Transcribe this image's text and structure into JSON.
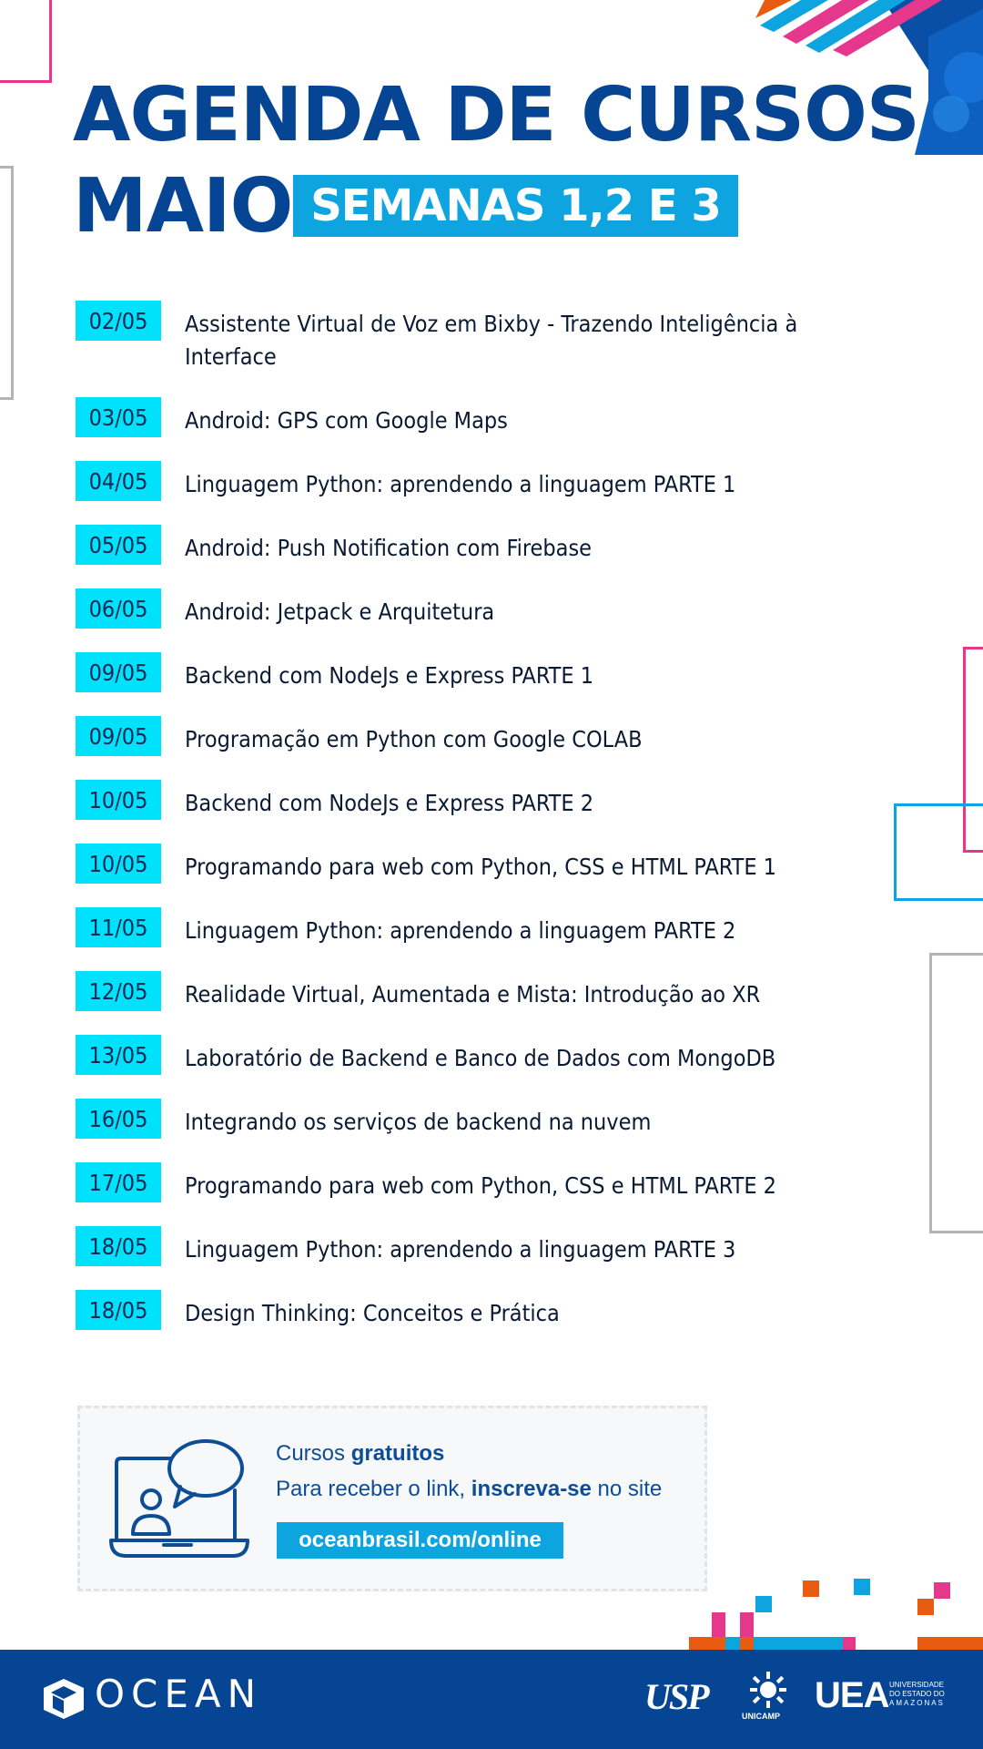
{
  "header": {
    "title_line1": "AGENDA DE CURSOS",
    "title_line2": "MAIO",
    "weeks_badge": "SEMANAS 1,2 E 3"
  },
  "courses": [
    {
      "date": "02/05",
      "title": "Assistente Virtual de Voz em Bixby - Trazendo Inteligência à Interface"
    },
    {
      "date": "03/05",
      "title": "Android: GPS com Google Maps"
    },
    {
      "date": "04/05",
      "title": "Linguagem Python: aprendendo a linguagem PARTE 1"
    },
    {
      "date": "05/05",
      "title": "Android: Push Notification com Firebase"
    },
    {
      "date": "06/05",
      "title": "Android: Jetpack e Arquitetura"
    },
    {
      "date": "09/05",
      "title": "Backend com NodeJs e Express PARTE 1"
    },
    {
      "date": "09/05",
      "title": "Programação em Python com Google COLAB"
    },
    {
      "date": "10/05",
      "title": "Backend com NodeJs e Express PARTE 2"
    },
    {
      "date": "10/05",
      "title": "Programando para web com Python, CSS e HTML PARTE 1"
    },
    {
      "date": "11/05",
      "title": "Linguagem Python: aprendendo a linguagem PARTE 2"
    },
    {
      "date": "12/05",
      "title": "Realidade Virtual, Aumentada e Mista: Introdução ao XR"
    },
    {
      "date": "13/05",
      "title": "Laboratório de Backend e Banco de Dados com MongoDB"
    },
    {
      "date": "16/05",
      "title": "Integrando os serviços de backend na nuvem"
    },
    {
      "date": "17/05",
      "title": "Programando para web com Python, CSS e HTML PARTE 2"
    },
    {
      "date": "18/05",
      "title": "Linguagem Python: aprendendo a linguagem PARTE 3"
    },
    {
      "date": "18/05",
      "title": "Design Thinking: Conceitos e Prática"
    }
  ],
  "info": {
    "line1_prefix": "Cursos ",
    "line1_bold": "gratuitos",
    "line2_prefix": "Para receber o link, ",
    "line2_bold": "inscreva-se",
    "line2_suffix": " no site",
    "site": "oceanbrasil.com/online",
    "icon": "video-chat-icon"
  },
  "footer": {
    "brand": "OCEAN",
    "partner_usp": "USP",
    "partner_unicamp": "UNICAMP",
    "partner_uea": "UEA",
    "partner_uea_sub1": "UNIVERSIDADE",
    "partner_uea_sub2": "DO ESTADO DO",
    "partner_uea_sub3": "AMAZONAS"
  },
  "colors": {
    "navy": "#054593",
    "sky": "#0da4e0",
    "cyan": "#00e1fb",
    "magenta": "#e5388c",
    "orange": "#ea5b12",
    "gray": "#b4b4b4"
  }
}
